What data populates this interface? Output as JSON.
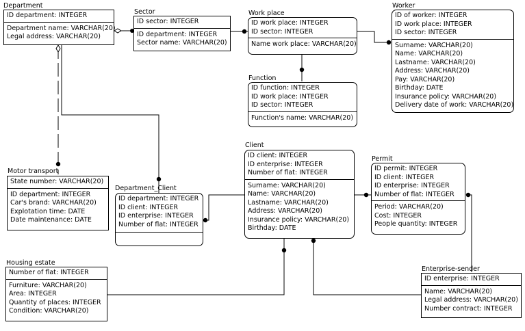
{
  "entities": {
    "department": {
      "name": "Department",
      "keys": [
        "ID department: INTEGER"
      ],
      "attributes": [
        "Department name: VARCHAR(20)",
        "Legal address: VARCHAR(20)"
      ]
    },
    "sector": {
      "name": "Sector",
      "keys": [
        "ID sector: INTEGER"
      ],
      "attributes": [
        "ID department: INTEGER",
        "Sector name: VARCHAR(20)"
      ]
    },
    "work_place": {
      "name": "Work place",
      "keys": [
        "ID work place: INTEGER",
        "ID sector: INTEGER"
      ],
      "attributes": [
        "Name work place: VARCHAR(20)"
      ]
    },
    "worker": {
      "name": "Worker",
      "keys": [
        "ID of worker: INTEGER",
        "ID work place: INTEGER",
        "ID sector: INTEGER"
      ],
      "attributes": [
        "Surname: VARCHAR(20)",
        "Name: VARCHAR(20)",
        "Lastname: VARCHAR(20)",
        "Address: VARCHAR(20)",
        "Pay: VARCHAR(20)",
        "Birthday: DATE",
        "Insurance policy: VARCHAR(20)",
        "Delivery date of work: VARCHAR(20)"
      ]
    },
    "function": {
      "name": "Function",
      "keys": [
        "ID function: INTEGER",
        "ID work place: INTEGER",
        "ID sector: INTEGER"
      ],
      "attributes": [
        "Function's name: VARCHAR(20)"
      ]
    },
    "motor_transport": {
      "name": "Motor transport",
      "keys": [
        "State number: VARCHAR(20)"
      ],
      "attributes": [
        "ID department: INTEGER",
        "Car's brand: VARCHAR(20)",
        "Explotation time: DATE",
        "Date maintenance: DATE"
      ]
    },
    "department_client": {
      "name": "Department_Client",
      "keys": [
        "ID department: INTEGER",
        "ID client: INTEGER",
        "ID enterprise: INTEGER",
        "Number of flat: INTEGER"
      ],
      "attributes": []
    },
    "client": {
      "name": "Client",
      "keys": [
        "ID client: INTEGER",
        "ID enterprise: INTEGER",
        "Number of flat: INTEGER"
      ],
      "attributes": [
        "Surname: VARCHAR(20)",
        "Name: VARCHAR(20)",
        "Lastname: VARCHAR(20)",
        "Address: VARCHAR(20)",
        "Insurance policy: VARCHAR(20)",
        "Birthday: DATE"
      ]
    },
    "permit": {
      "name": "Permit",
      "keys": [
        "ID permit: INTEGER",
        "ID client: INTEGER",
        "ID enterprise: INTEGER",
        "Number of flat: INTEGER"
      ],
      "attributes": [
        "Period: VARCHAR(20)",
        "Cost: INTEGER",
        "People quantity: INTEGER"
      ]
    },
    "housing_estate": {
      "name": "Housing estate",
      "keys": [
        "Number of flat: INTEGER"
      ],
      "attributes": [
        "Furniture: VARCHAR(20)",
        "Area: INTEGER",
        "Quantity of places: INTEGER",
        "Condition: VARCHAR(20)"
      ]
    },
    "enterprise_sender": {
      "name": "Enterprise-sender",
      "keys": [
        "ID enterprise: INTEGER"
      ],
      "attributes": [
        "Name: VARCHAR(20)",
        "Legal address: VARCHAR(20)",
        "Number contract: INTEGER"
      ]
    }
  }
}
